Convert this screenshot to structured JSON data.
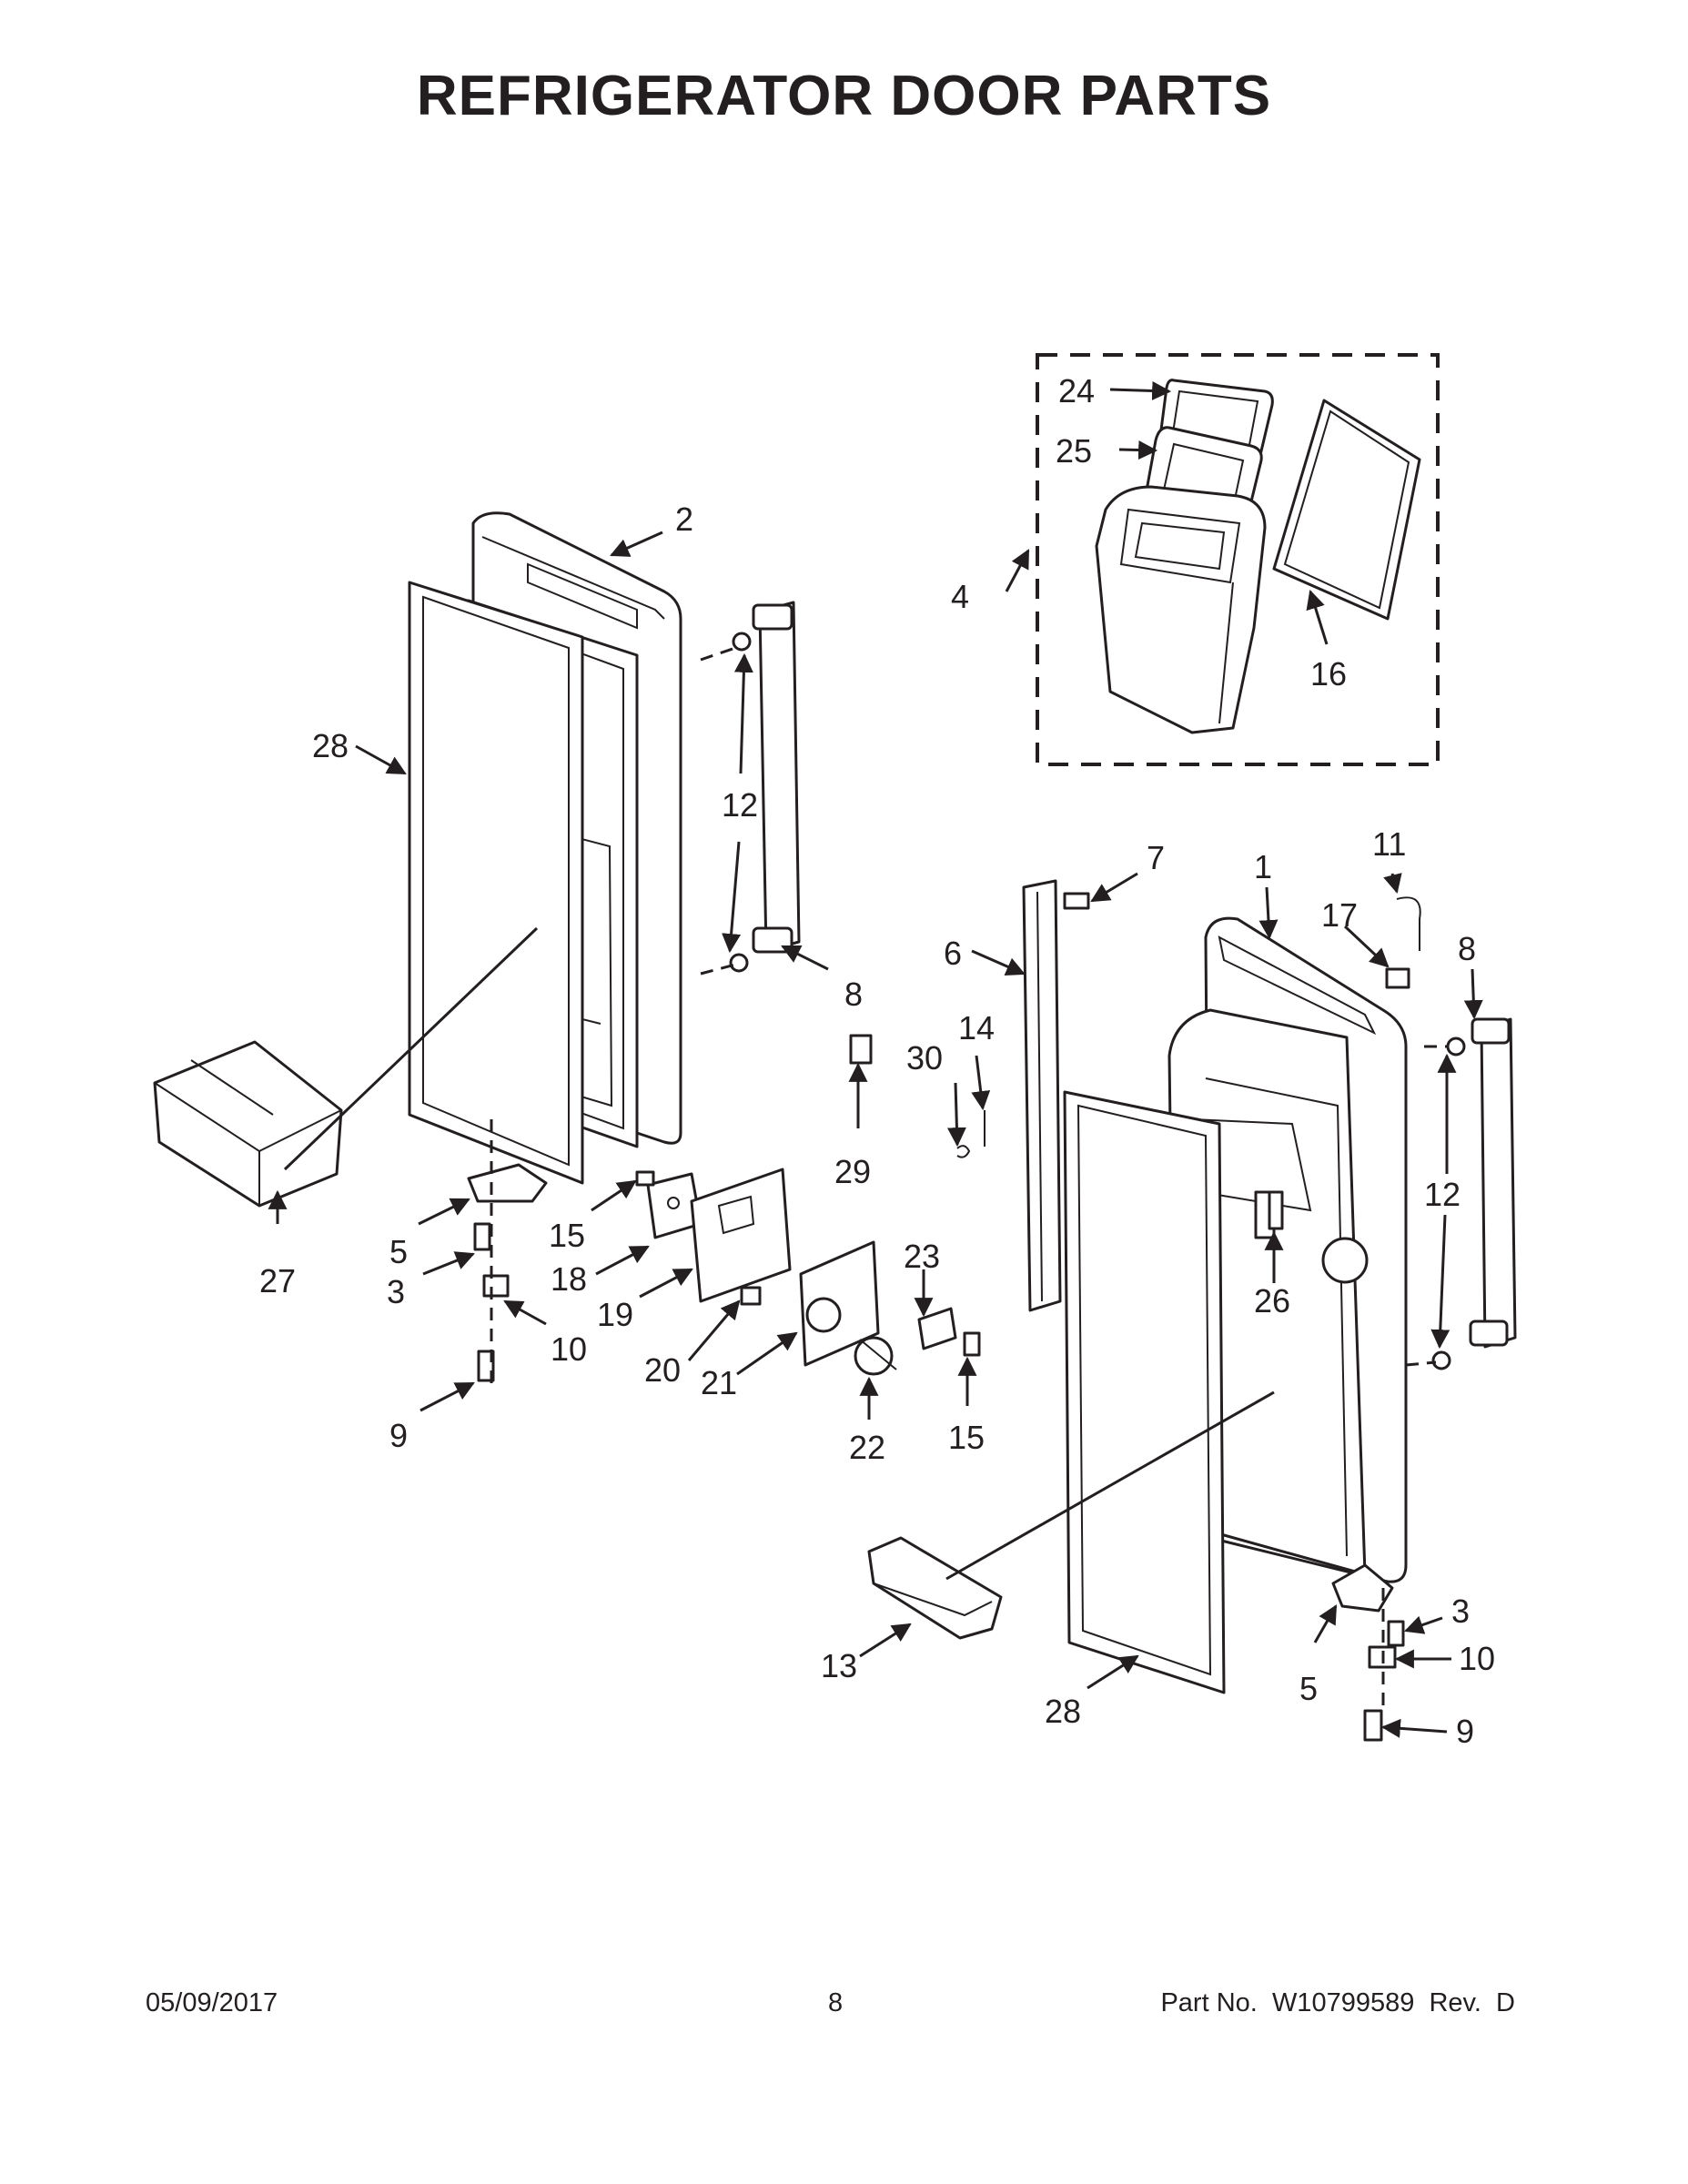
{
  "title": "REFRIGERATOR DOOR PARTS",
  "callouts": {
    "c1": "1",
    "c2": "2",
    "c3a": "3",
    "c3b": "3",
    "c4": "4",
    "c5a": "5",
    "c5b": "5",
    "c6": "6",
    "c7": "7",
    "c8a": "8",
    "c8b": "8",
    "c9a": "9",
    "c9b": "9",
    "c10a": "10",
    "c10b": "10",
    "c11": "11",
    "c12a": "12",
    "c12b": "12",
    "c13": "13",
    "c14": "14",
    "c15a": "15",
    "c15b": "15",
    "c16": "16",
    "c17": "17",
    "c18": "18",
    "c19": "19",
    "c20": "20",
    "c21": "21",
    "c22": "22",
    "c23": "23",
    "c24": "24",
    "c25": "25",
    "c26": "26",
    "c27": "27",
    "c28a": "28",
    "c28b": "28",
    "c29": "29",
    "c30": "30"
  },
  "footer": {
    "date": "05/09/2017",
    "page": "8",
    "part_no": "Part No.  W10799589  Rev.  D"
  }
}
